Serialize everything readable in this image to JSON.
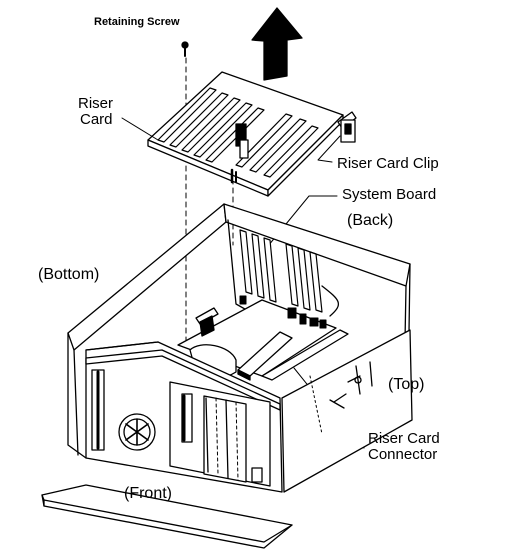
{
  "labels": {
    "retaining_screw": "Retaining Screw",
    "riser_card_line1": "Riser",
    "riser_card_line2": "Card",
    "riser_card_clip": "Riser Card Clip",
    "system_board": "System Board",
    "back": "(Back)",
    "bottom": "(Bottom)",
    "top": "(Top)",
    "riser_card_connector_line1": "Riser Card",
    "riser_card_connector_line2": "Connector",
    "front": "(Front)"
  }
}
